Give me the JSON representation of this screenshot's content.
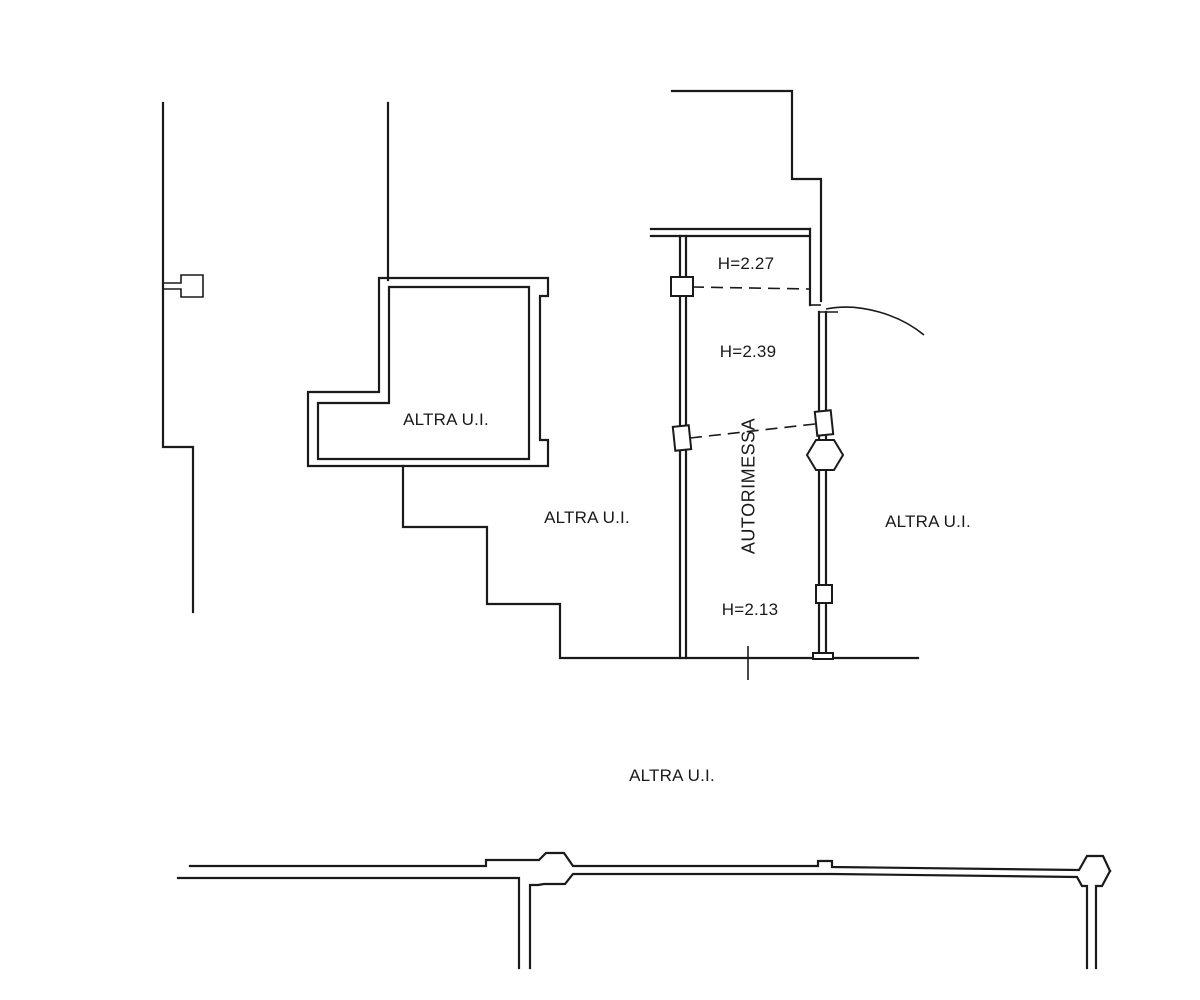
{
  "labels": {
    "other_unit_store": "ALTRA U.I.",
    "other_unit_middle": "ALTRA U.I.",
    "other_unit_right": "ALTRA U.I.",
    "other_unit_bottom": "ALTRA U.I.",
    "garage": "AUTORIMESSA",
    "height_top": "H=2.27",
    "height_mid": "H=2.39",
    "height_bottom": "H=2.13"
  },
  "colors": {
    "ink": "#1a1a1a",
    "paper": "#ffffff"
  }
}
